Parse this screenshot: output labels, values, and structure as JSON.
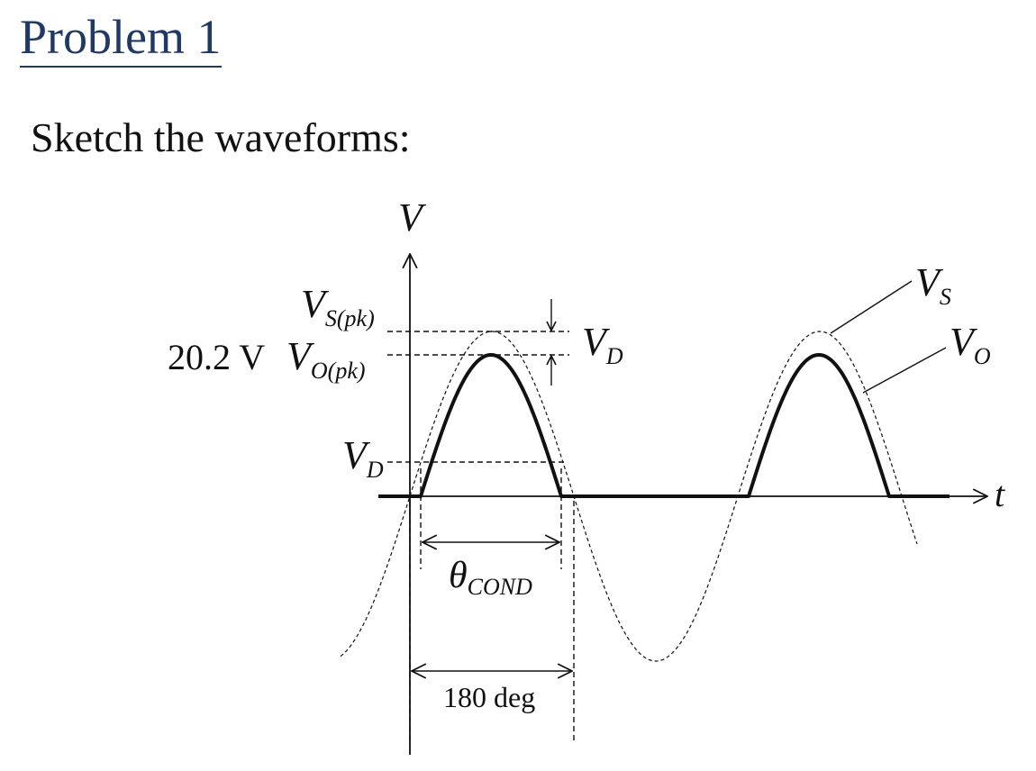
{
  "header": {
    "title": "Problem 1",
    "subtitle": "Sketch the waveforms:"
  },
  "diagram": {
    "y_axis_label": "V",
    "x_axis_label": "t",
    "peak_value": "20.2 V",
    "vs_pk": {
      "main": "V",
      "sub": "S(pk)"
    },
    "vo_pk": {
      "main": "V",
      "sub": "O(pk)"
    },
    "vd_left": {
      "main": "V",
      "sub": "D"
    },
    "vd_right": {
      "main": "V",
      "sub": "D"
    },
    "vs_curve": {
      "main": "V",
      "sub": "S"
    },
    "vo_curve": {
      "main": "V",
      "sub": "O"
    },
    "theta": {
      "main": "θ",
      "sub": "COND"
    },
    "span_label": "180 deg"
  }
}
